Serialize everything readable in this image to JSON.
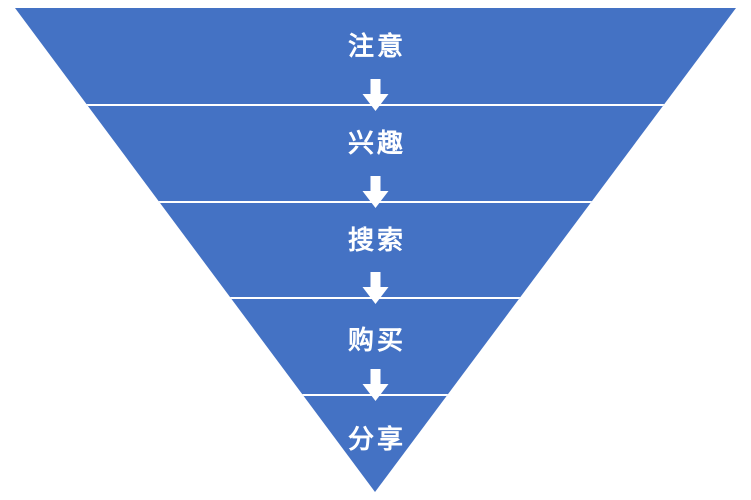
{
  "diagram": {
    "type": "funnel",
    "description": "Inverted funnel (AISAS model) with five stages separated by white divider lines and white downward arrows between stages",
    "colors": {
      "funnel_fill": "#4472C4",
      "divider": "#FFFFFF",
      "arrow": "#FFFFFF",
      "label_text": "#FFFFFF",
      "background": "#FFFFFF"
    },
    "stages": [
      {
        "label": "注意"
      },
      {
        "label": "兴趣"
      },
      {
        "label": "搜索"
      },
      {
        "label": "购买"
      },
      {
        "label": "分享"
      }
    ],
    "arrow_icon": "down-arrow"
  }
}
